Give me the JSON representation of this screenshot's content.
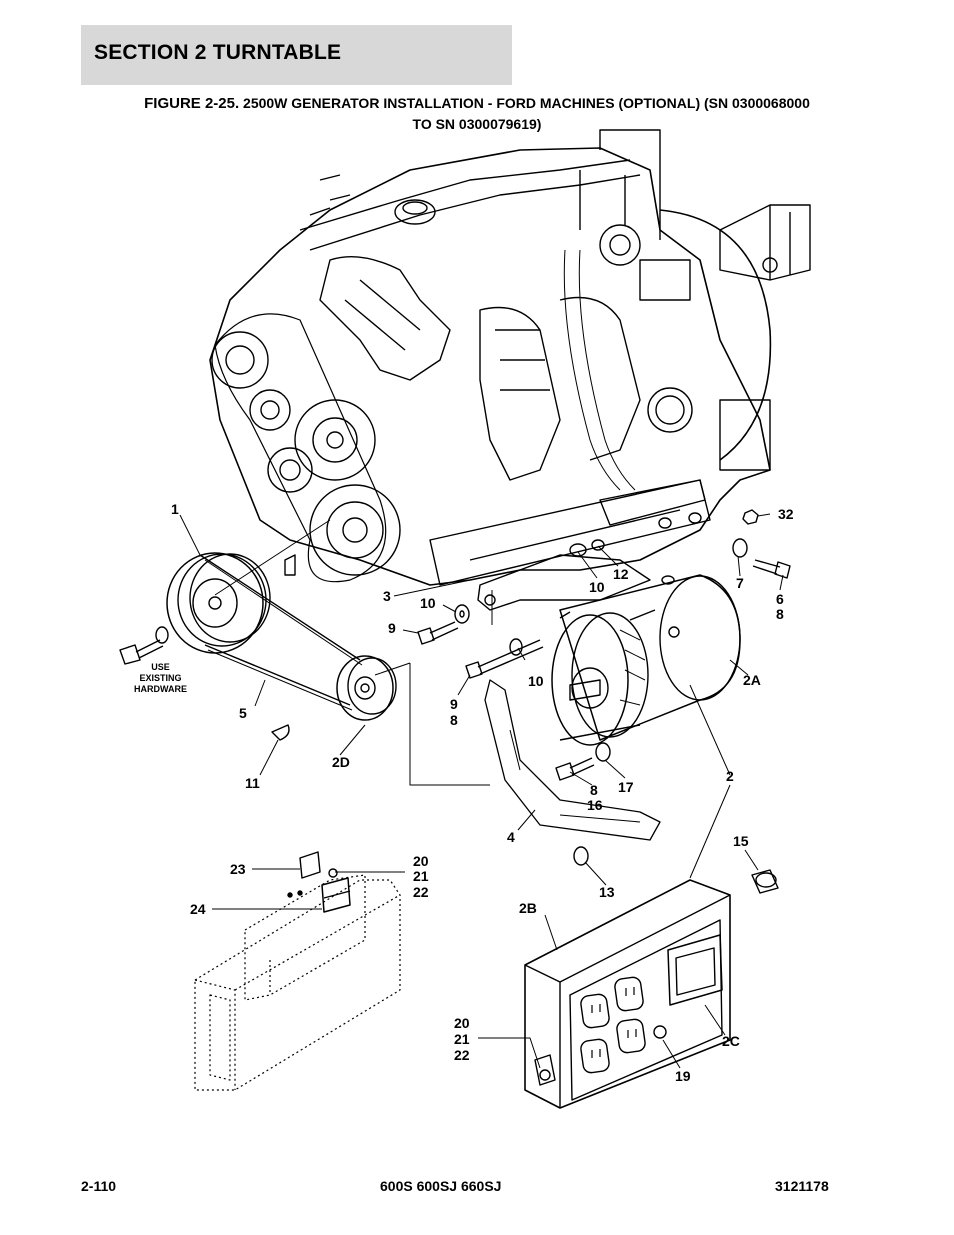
{
  "header": {
    "section": "SECTION 2   TURNTABLE"
  },
  "figure": {
    "number": "FIGURE 2-25.",
    "title_line1": "2500W GENERATOR INSTALLATION - FORD MACHINES (OPTIONAL) (SN 0300068000",
    "title_line2": "TO SN 0300079619)"
  },
  "callouts": {
    "c1": "1",
    "c3": "3",
    "c10a": "10",
    "c9a": "9",
    "c10b": "10",
    "c12": "12",
    "c32": "32",
    "c7": "7",
    "c6": "6",
    "c8a": "8",
    "c5": "5",
    "c2d": "2D",
    "c11": "11",
    "c9b": "9",
    "c8b": "8",
    "c10c": "10",
    "c2a": "2A",
    "c8c": "8",
    "c16": "16",
    "c17": "17",
    "c2": "2",
    "c4": "4",
    "c15": "15",
    "c13": "13",
    "c2b": "2B",
    "c23": "23",
    "c24": "24",
    "c20a": "20",
    "c21a": "21",
    "c22a": "22",
    "c20b": "20",
    "c21b": "21",
    "c22b": "22",
    "c2c": "2C",
    "c19": "19"
  },
  "use_existing": {
    "line1": "USE",
    "line2": "EXISTING",
    "line3": "HARDWARE"
  },
  "footer": {
    "page": "2-110",
    "models": "600S 600SJ 660SJ",
    "docnum": "3121178"
  }
}
